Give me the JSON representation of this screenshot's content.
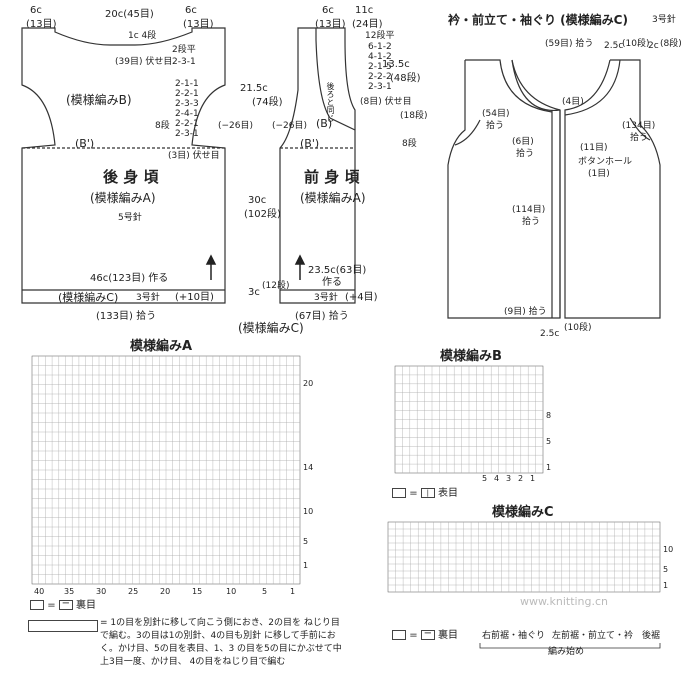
{
  "back": {
    "title": "後 身 頃",
    "pattern": "(模様編みA)",
    "needle": "5号針",
    "top_dims": [
      "6c",
      "20c(45目)",
      "6c"
    ],
    "top_sts": [
      "(13目)",
      "(13目)"
    ],
    "neck": "1c 4段",
    "neck_sts": "(39目) 伏せ目",
    "dec_seq": [
      "2段平",
      "2-3-1"
    ],
    "arm_seq": [
      "2-1-1",
      "2-2-1",
      "2-3-3",
      "2-4-1",
      "2-2-1",
      "2-3-1"
    ],
    "arm_bind": "(3目) 伏せ目",
    "rows8": "8段",
    "b_section": "(模様編みB)",
    "bp": "(B')",
    "minus26": "(−26目)",
    "len_upper": "21.5c",
    "len_upper_rows": "(74段)",
    "len_lower": "30c",
    "len_lower_rows": "(102段)",
    "hem_cast": "46c(123目) 作る",
    "hem_pattern": "(模様編みC)",
    "hem_needle": "3号針",
    "hem_plus": "(+10目)",
    "hem_pick": "(133目) 拾う"
  },
  "front": {
    "top_dims": [
      "6c",
      "11c"
    ],
    "top_sts": [
      "(13目)",
      "(24目)"
    ],
    "neck_flat": "12段平",
    "neck_seq": [
      "6-1-2",
      "4-1-2",
      "2-1-5",
      "2-2-2",
      "2-3-1"
    ],
    "neck_bind": "(8目) 伏せ目",
    "same_as_back": "後ろと同じ",
    "minus26": "(−26目)",
    "b_label": "(B)",
    "bp": "(B')",
    "title": "前 身 頃",
    "pattern": "(模様編みA)",
    "len_upper": "13.5c",
    "len_upper_rows": "(48段)",
    "rows18": "(18段)",
    "rows8": "8段",
    "hem_cast": "23.5c(63目)",
    "hem_make": "作る",
    "hem_needle": "3号針",
    "hem_plus": "(+4目)",
    "hem_pick": "(67目) 拾う",
    "rib_h": "3c",
    "rib_rows": "(12段)",
    "bottom_label": "(模様編みC)"
  },
  "collar": {
    "title": "衿・前立て・袖ぐり (模様編みC)",
    "needle": "3号針",
    "neck_pick": "(59目) 拾う",
    "dim_25c": "2.5c",
    "dim_10r": "(10段)",
    "dim_2c": "2c",
    "dim_8r": "(8段)",
    "left_pick": "(54目)",
    "left_pick2": "拾う",
    "right_pick": "(134目)",
    "right_pick2": "拾う",
    "four": "(4目)",
    "six": "(6目)",
    "six2": "拾う",
    "eleven": "(11目)",
    "buttonhole": "ボタンホール",
    "bh_count": "(1目)",
    "front_pick": "(114目)",
    "front_pick2": "拾う",
    "bottom_pick": "(9目) 拾う",
    "bottom_dim": "2.5c",
    "bottom_rows": "(10段)"
  },
  "chartA": {
    "title": "模様編みA",
    "row_labels": [
      "20",
      "14",
      "10",
      "5",
      "1"
    ],
    "col_labels": [
      "40",
      "35",
      "30",
      "25",
      "20",
      "15",
      "10",
      "5",
      "1"
    ],
    "legend_eq": "=",
    "legend_sym": "裏目",
    "cable_note": "= 1の目を別針に移して向こう側におき、2の目を ねじり目で編む。3の目は1の別針、4の目も別針 に移して手前におく。かけ目、5の目を表目、1、3 の目を5の目にかぶせて中上3目一度、かけ目、 4の目をねじり目で編む"
  },
  "chartB": {
    "title": "模様編みB",
    "row_labels": [
      "8",
      "5",
      "1"
    ],
    "col_labels": [
      "5",
      "4",
      "3",
      "2",
      "1"
    ],
    "legend_eq": "=",
    "legend_sym": "表目"
  },
  "chartC": {
    "title": "模様編みC",
    "row_labels": [
      "10",
      "5",
      "1"
    ],
    "legend_eq": "=",
    "legend_sym": "裏目",
    "bottom_labels": [
      "右前裾・袖ぐり",
      "左前裾・前立て・衿",
      "後裾"
    ],
    "start": "編み始め"
  },
  "watermark": "www.knitting.cn"
}
